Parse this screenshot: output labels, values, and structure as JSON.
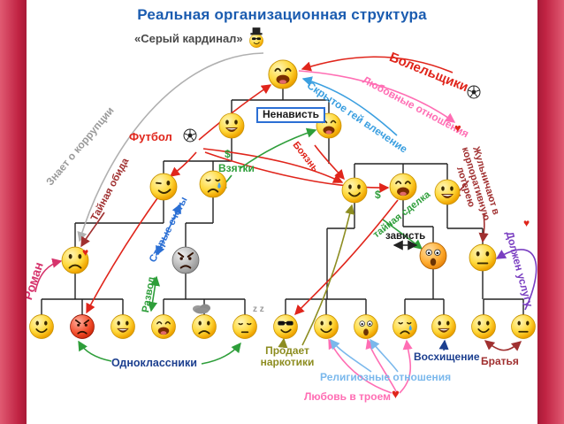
{
  "slide": {
    "title": "Реальная организационная структура",
    "gray_cardinal": "«Серый кардинал»"
  },
  "labels": {
    "bolelshiki": "Болельщики",
    "lyubovnye_otnosheniya": "Любовные отношения",
    "skrytoe_gey_vlechenie": "Скрытое гей влечение",
    "nenavist": "Ненависть",
    "futbol": "Футбол",
    "boyazn": "Боязнь",
    "vzyatki": "Взятки",
    "dollar_vzyatki": "$",
    "taynaya_obida": "Тайная обида",
    "starye_schety": "Старые счеты",
    "znaet_o_korruptsii": "Знает о коррупции",
    "zhulnichayut": "Жульничают в корпоративную лотерею",
    "dollar_sdelka": "$",
    "taynaya_sdelka": "тайная сделка",
    "zavist": "зависть",
    "dolzhen_uslugu": "Должен услугу",
    "roman": "Роман",
    "razvod": "Развод",
    "odnoklassniki": "Одноклассники",
    "prodaet_narkotiki": "Продает наркотики",
    "religioznye_otnosheniya": "Религиозные отношения",
    "lyubov_vtroem": "Любовь в троем",
    "voskhishchenie": "Восхищение",
    "bratya": "Братья",
    "zzz": "z z"
  },
  "icons": {
    "heart": "♥"
  },
  "colors": {
    "sidebar_accent": "#c02343",
    "title": "#1b5cb0",
    "red": "#e0251b",
    "green": "#2e9e3a",
    "pink": "#ff6eb4",
    "light_blue": "#3b9fe0",
    "sky_blue": "#7ab8ec",
    "gray": "#9a9a9a",
    "dark_red": "#a03030",
    "purple": "#7a3fc1",
    "crimson": "#d6336c",
    "navy": "#1c3f8f",
    "olive": "#8d8d21",
    "blue": "#2b6fd4"
  }
}
